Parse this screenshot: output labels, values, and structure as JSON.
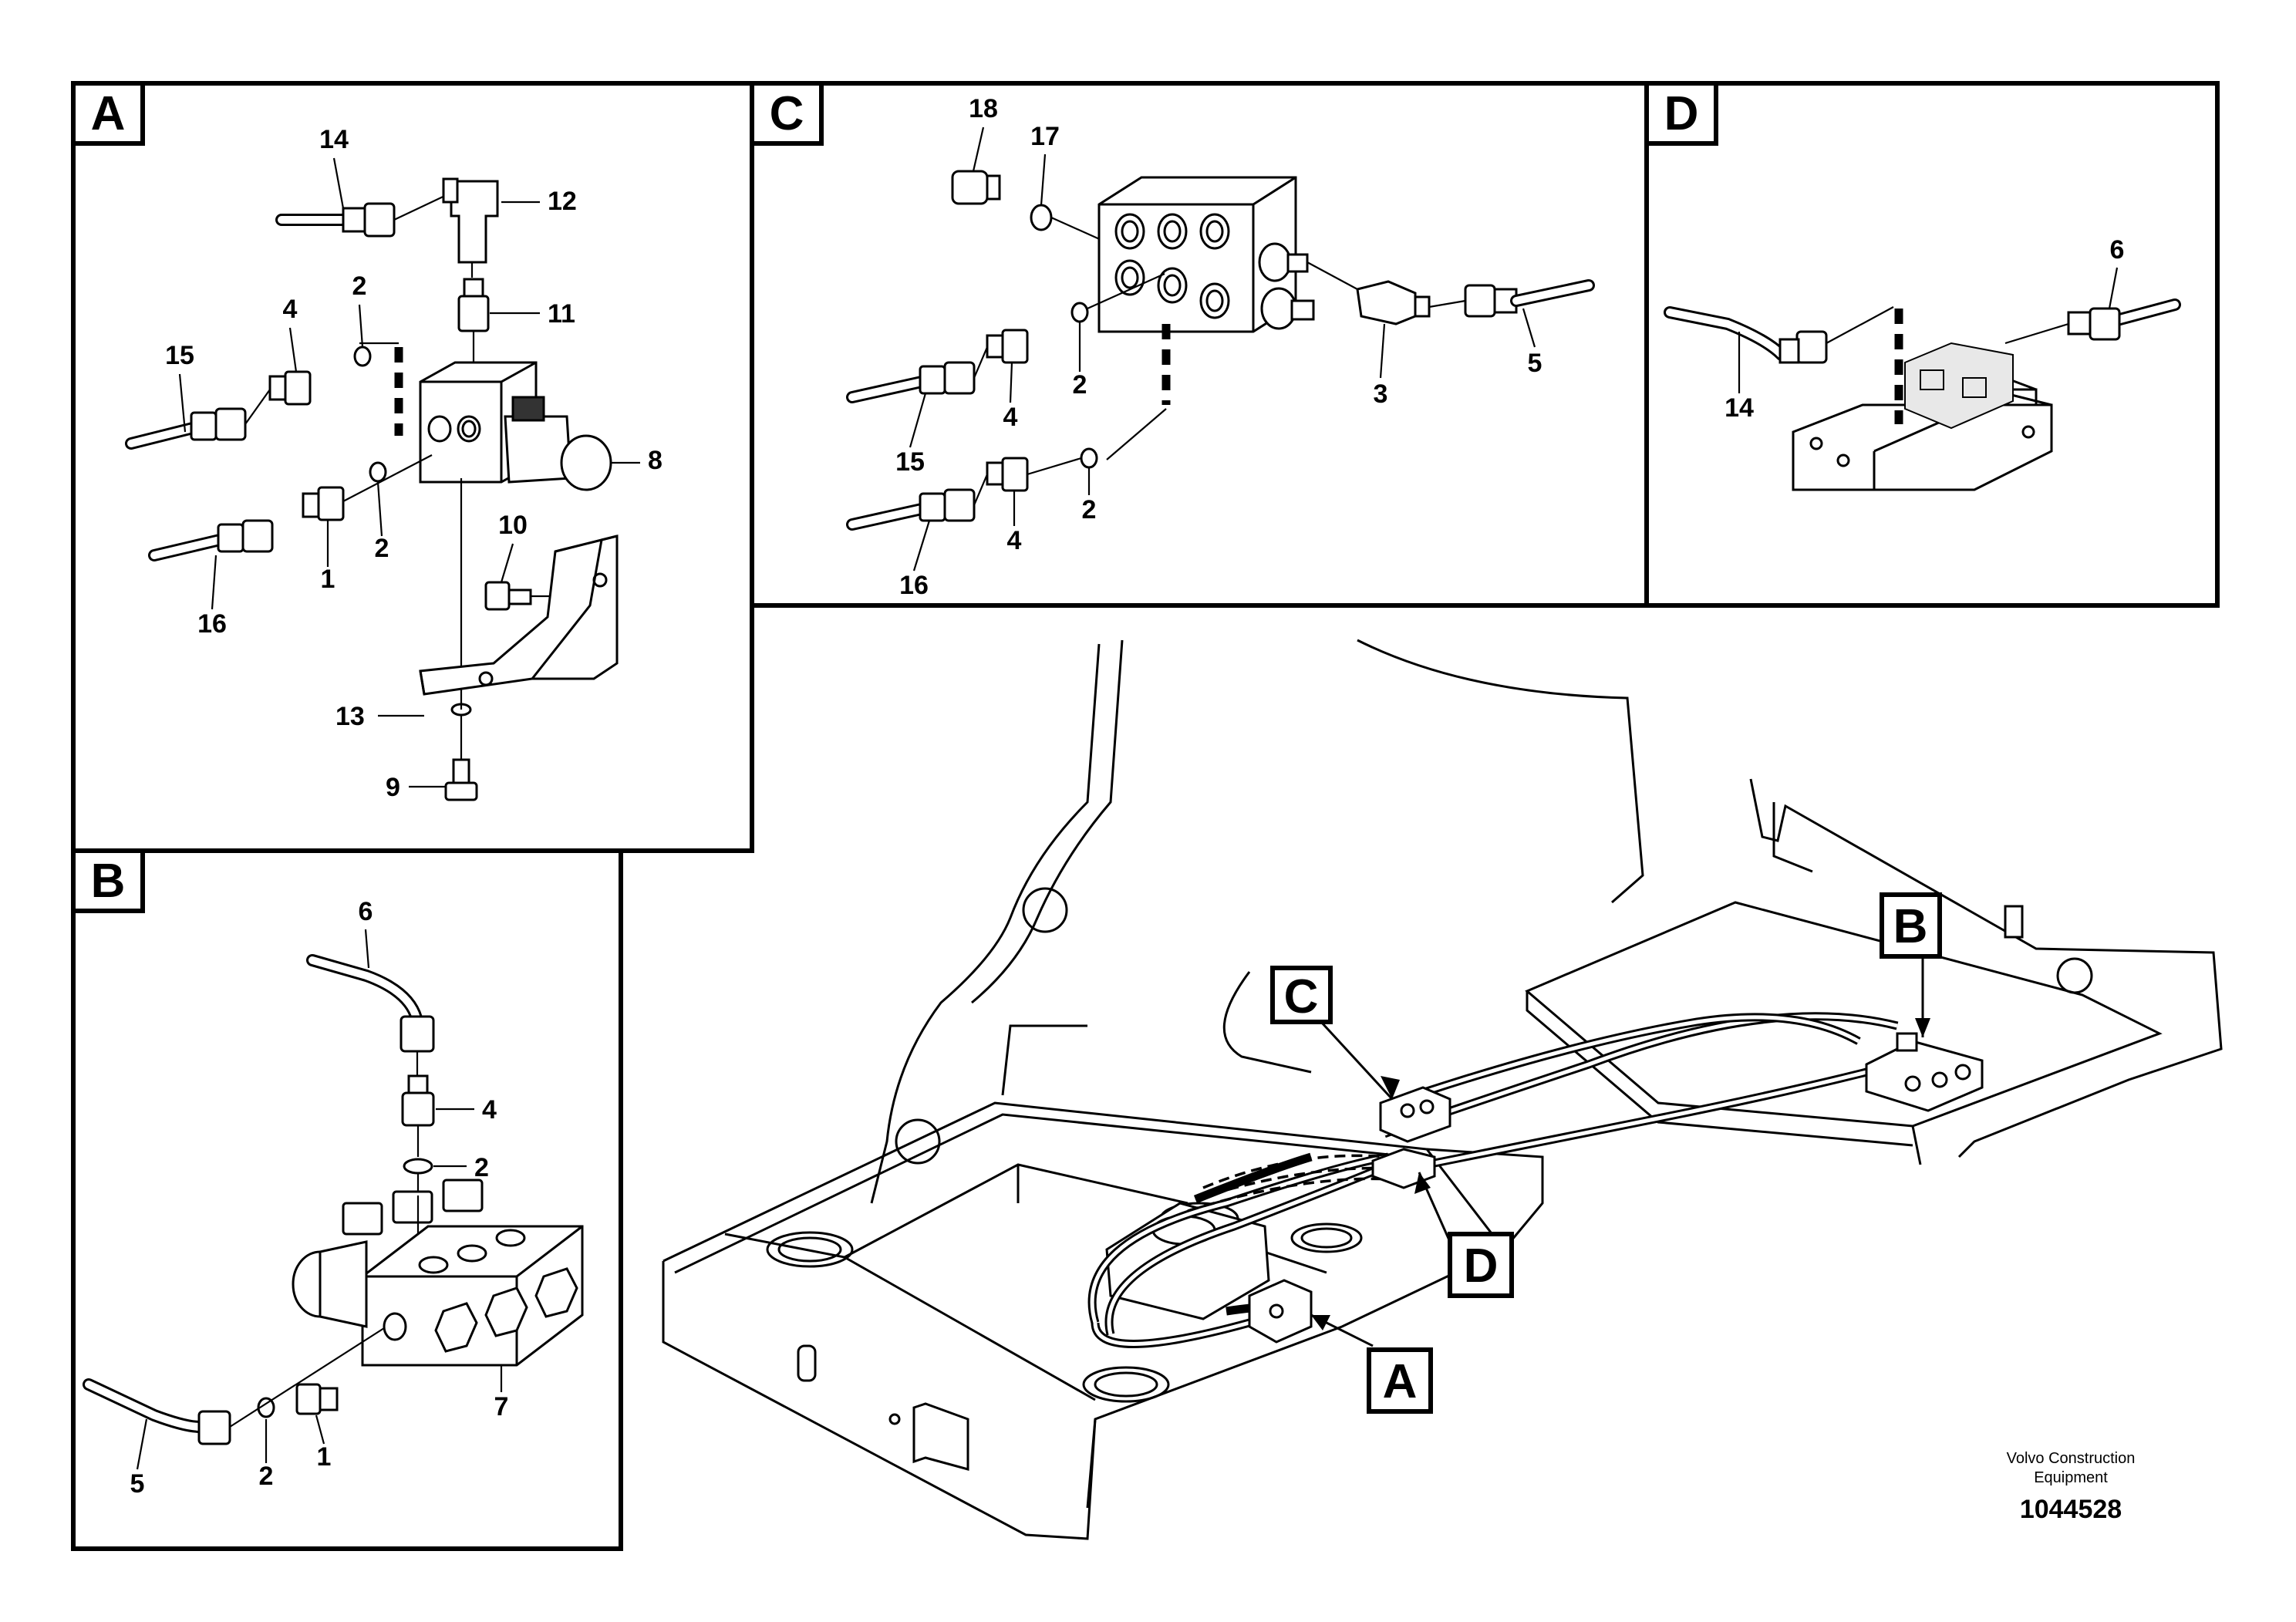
{
  "panels": [
    {
      "id": "A",
      "label": "A",
      "callouts": [
        "14",
        "12",
        "11",
        "2",
        "4",
        "15",
        "8",
        "2",
        "1",
        "16",
        "10",
        "13",
        "9"
      ]
    },
    {
      "id": "B",
      "label": "B",
      "callouts": [
        "6",
        "4",
        "2",
        "7",
        "1",
        "2",
        "5"
      ]
    },
    {
      "id": "C",
      "label": "C",
      "callouts": [
        "18",
        "17",
        "2",
        "4",
        "15",
        "3",
        "5",
        "2",
        "4",
        "16"
      ]
    },
    {
      "id": "D",
      "label": "D",
      "callouts": [
        "6",
        "14"
      ]
    }
  ],
  "overview": {
    "locators": [
      "C",
      "B",
      "D",
      "A"
    ]
  },
  "footer": {
    "brand_line1": "Volvo Construction",
    "brand_line2": "Equipment",
    "drawing_number": "1044528"
  }
}
